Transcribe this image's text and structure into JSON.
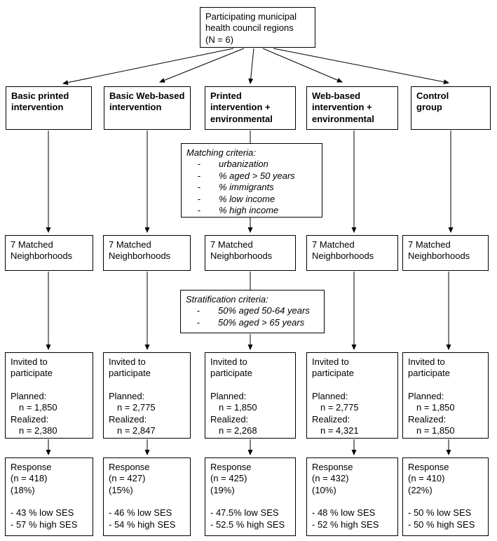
{
  "top_box": "Participating municipal\nhealth council regions\n(N = 6)",
  "labels": {
    "matched": "7 Matched\nNeighborhoods",
    "invited": "Invited to\nparticipate",
    "planned": "Planned:",
    "realized": "Realized:",
    "response": "Response"
  },
  "matching_criteria": {
    "title": "Matching criteria:",
    "bullet": "-",
    "items": [
      "urbanization",
      "% aged > 50 years",
      "% immigrants",
      "% low income",
      "% high income"
    ]
  },
  "stratification_criteria": {
    "title": "Stratification criteria:",
    "bullet": "-",
    "items": [
      "50% aged 50-64 years",
      "50% aged > 65 years"
    ]
  },
  "columns": [
    {
      "name": "Basic printed\nintervention",
      "planned_n": "n = 1,850",
      "realized_n": "n = 2,380",
      "response_n": "(n = 418)",
      "response_pct": "(18%)",
      "low_ses": "- 43 % low SES",
      "high_ses": "- 57 % high SES"
    },
    {
      "name": "Basic Web-based\nintervention",
      "planned_n": "n = 2,775",
      "realized_n": "n = 2,847",
      "response_n": "(n = 427)",
      "response_pct": "(15%)",
      "low_ses": "- 46 % low SES",
      "high_ses": "- 54 % high SES"
    },
    {
      "name": "Printed\nintervention +\nenvironmental",
      "planned_n": "n = 1,850",
      "realized_n": "n = 2,268",
      "response_n": "(n = 425)",
      "response_pct": "(19%)",
      "low_ses": "- 47.5% low SES",
      "high_ses": "- 52.5 % high SES"
    },
    {
      "name": "Web-based\nintervention +\nenvironmental",
      "planned_n": "n = 2,775",
      "realized_n": "n = 4,321",
      "response_n": "(n = 432)",
      "response_pct": "(10%)",
      "low_ses": "- 48 % low SES",
      "high_ses": "- 52 % high SES"
    },
    {
      "name": "Control\ngroup",
      "planned_n": "n = 1,850",
      "realized_n": "n = 1,850",
      "response_n": "(n = 410)",
      "response_pct": "(22%)",
      "low_ses": "- 50 % low SES",
      "high_ses": "- 50 % high SES"
    }
  ]
}
